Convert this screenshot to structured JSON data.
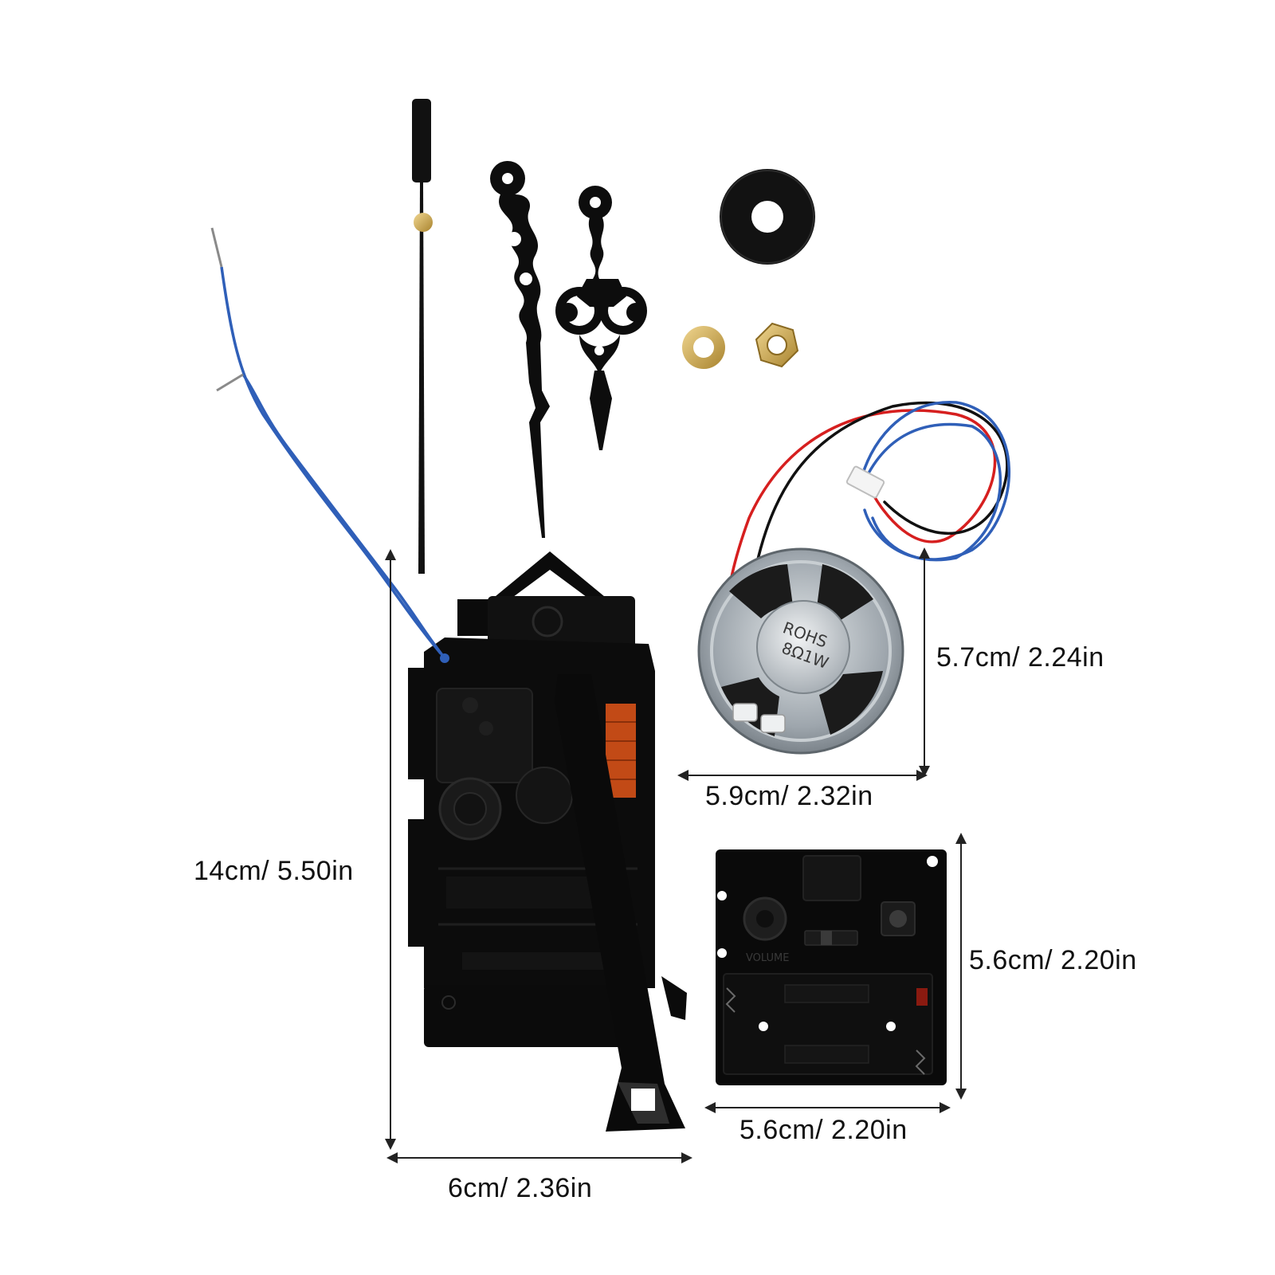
{
  "dimensions": {
    "movement_height": "14cm/ 5.50in",
    "movement_width": "6cm/ 2.36in",
    "speaker_height": "5.7cm/ 2.24in",
    "speaker_width": "5.9cm/ 2.32in",
    "board_height": "5.6cm/ 2.20in",
    "board_width": "5.6cm/ 2.20in"
  },
  "speaker": {
    "marking_line1": "ROHS",
    "marking_line2": "8Ω1W"
  },
  "board": {
    "volume_label": "VOLUME"
  },
  "colors": {
    "background": "#ffffff",
    "plastic": "#0b0b0b",
    "wire_blue": "#2f5fb8",
    "wire_red": "#d61f1f",
    "brass": "#c9a24a",
    "speaker_metal": "#a7aeb4"
  }
}
